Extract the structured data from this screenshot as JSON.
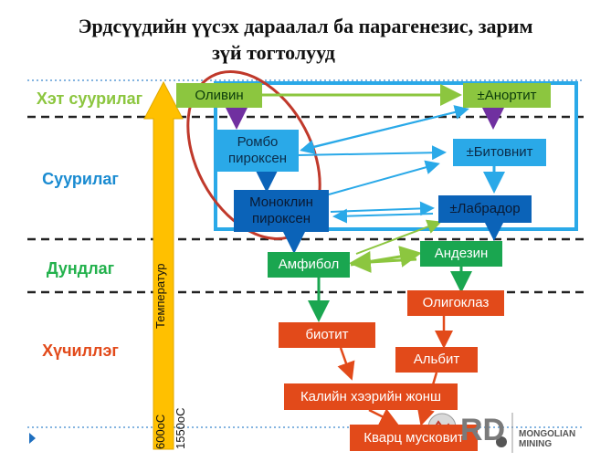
{
  "title": {
    "line1": "Эрдсүүдийн үүсэх дараалал ба парагенезис, зарим",
    "line2": "зүй тогтолууд"
  },
  "zones": [
    {
      "label": "Хэт суурилаг",
      "color": "#8cc63f"
    },
    {
      "label": "Суурилаг",
      "color": "#1a8bd1"
    },
    {
      "label": "Дундлаг",
      "color": "#22b14c"
    },
    {
      "label": "Хүчиллэг",
      "color": "#e24a1a"
    }
  ],
  "temperature": {
    "label": "Температур",
    "low": "600оС",
    "high": "1550оС"
  },
  "minerals": {
    "olivine": "Оливин",
    "anorthite": "±Анортит",
    "rhombic_pyroxene": "Ромбо пироксен",
    "bytownite": "±Битовнит",
    "monoclinic_pyroxene": "Моноклин пироксен",
    "labradorite": "±Лабрадор",
    "amphibole": "Амфибол",
    "andesine": "Андезин",
    "oligoclase": "Олигоклаз",
    "biotite": "биотит",
    "albite": "Альбит",
    "k_feldspar": "Калийн хээрийн жонш",
    "quartz_muscovite": "Кварц мусковит"
  },
  "logo": {
    "mark": "RD",
    "text": "MONGOLIAN MINING"
  },
  "colors": {
    "arrow_green": "#8cc63f",
    "arrow_blue": "#2aa9e8",
    "arrow_purple": "#7030a0",
    "frame_blue": "#2aa9e8",
    "ellipse": "#c0392b",
    "temp_arrow": "#ffc000"
  }
}
